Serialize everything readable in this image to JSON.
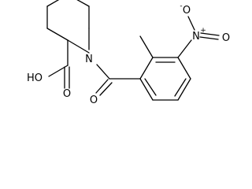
{
  "molecule": {
    "atom_labels": {
      "ring_nitrogen": "N",
      "acid_hydroxyl": "HO",
      "acid_carbonyl_oxygen": "O",
      "amide_oxygen": "O",
      "nitro_nitrogen": "N",
      "nitro_nitrogen_charge": "+",
      "nitro_oxygen_top": "O",
      "nitro_oxygen_top_charge": "-",
      "nitro_oxygen_right": "O"
    }
  }
}
